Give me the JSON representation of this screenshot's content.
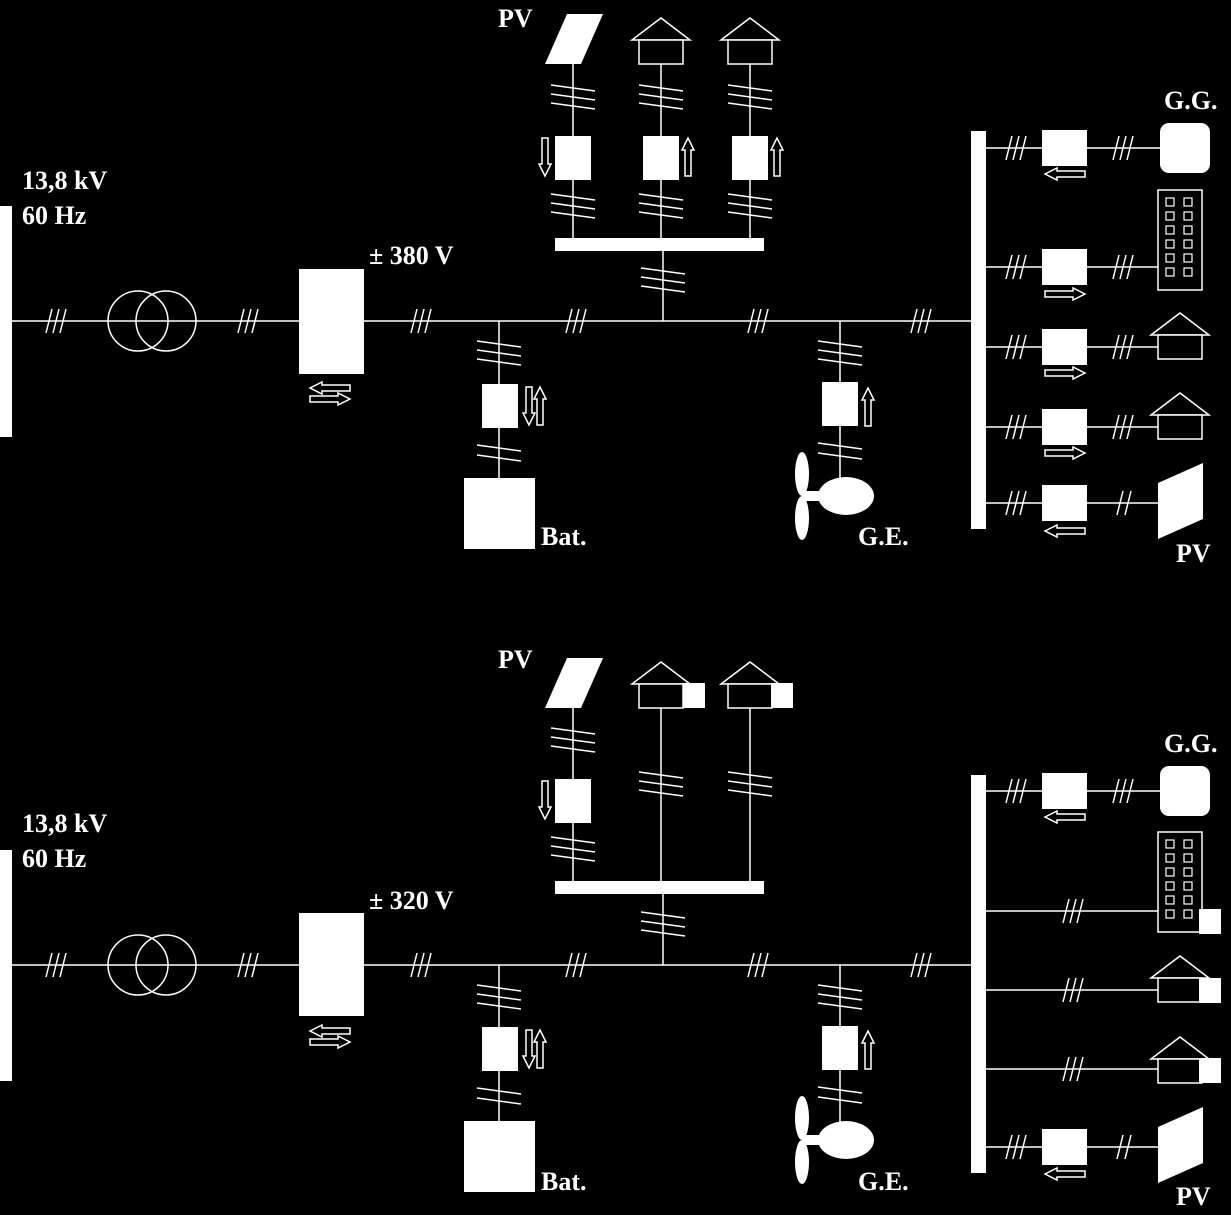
{
  "colors": {
    "background": "#000000",
    "foreground": "#ffffff"
  },
  "icons": [
    "transformer-icon",
    "converter-icon",
    "house-icon",
    "building-icon",
    "pv-panel-icon",
    "wind-turbine-icon",
    "diesel-generator-icon",
    "battery-icon",
    "arrow-icon"
  ],
  "diagrams": [
    {
      "grid_voltage": "13,8 kV",
      "grid_frequency": "60 Hz",
      "dc_voltage": "± 380 V",
      "labels": {
        "pv_top": "PV",
        "gg": "G.G.",
        "bat": "Bat.",
        "ge": "G.E.",
        "pv_right": "PV"
      }
    },
    {
      "grid_voltage": "13,8 kV",
      "grid_frequency": "60 Hz",
      "dc_voltage": "± 320 V",
      "labels": {
        "pv_top": "PV",
        "gg": "G.G.",
        "bat": "Bat.",
        "ge": "G.E.",
        "pv_right": "PV"
      }
    }
  ]
}
